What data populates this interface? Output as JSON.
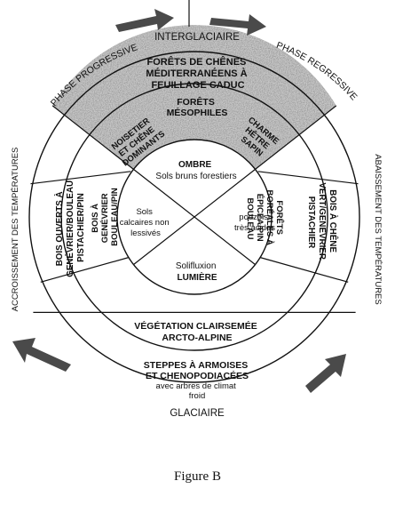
{
  "outer_labels": {
    "top": "INTERGLACIAIRE",
    "bottom": "GLACIAIRE",
    "arc_left": "PHASE PROGRESSIVE",
    "arc_right": "PHASE REGRESSIVE",
    "side_left": "ACCROISSEMENT DES TEMPÉRATURES",
    "side_right": "ABAISSEMENT DES TEMPÉRATURES"
  },
  "outer_ring": {
    "top_lines": [
      "FORÊTS DE CHÊNES",
      "MÉDITERRANÉENS À",
      "FEUILLAGE CADUC"
    ],
    "left_lines": [
      "BOIS OUVERTS À",
      "GENÉVRIER/BOULEAU",
      "PISTACHIER/PIN"
    ],
    "right_lines": [
      "BOIS À CHÊNE",
      "VERT/GENÉVRIER",
      "PISTACHIER"
    ],
    "lower_lines": [
      "VÉGÉTATION CLAIRSEMÉE",
      "ARCTO-ALPINE"
    ],
    "bottom_lines": [
      "STEPPES À ARMOISES",
      "ET CHENOPODIACÉES"
    ],
    "bottom_sub_lines": [
      "avec arbres de climat",
      "froid"
    ]
  },
  "middle_ring": {
    "top_center_lines": [
      "FORÊTS",
      "MÉSOPHILES"
    ],
    "top_left_lines": [
      "NOISETIER",
      "ET CHÊNE",
      "DOMINANTS"
    ],
    "top_right_lines": [
      "CHARME",
      "HÊTRE",
      "SAPIN"
    ],
    "left_lines": [
      "BOIS À",
      "GENÉVRIER",
      "BOULEAU/PIN"
    ],
    "right_lines": [
      "FORÊTS",
      "BORÉALES À",
      "ÉPICÉA/PIN",
      "BOULEAU"
    ]
  },
  "inner_circle": {
    "top_lines": [
      "OMBRE",
      "Sols bruns forestiers"
    ],
    "left_lines": [
      "Sols",
      "calcaires non",
      "lessivés"
    ],
    "right_lines": [
      "podzols",
      "très acides"
    ],
    "bottom_lines": [
      "Solifluxion",
      "LUMIÈRE"
    ]
  },
  "caption": "Figure B",
  "colors": {
    "ink": "#111111",
    "arrow": "#4a4a4a",
    "shade": "#8f8f8f"
  },
  "icons": [
    "arrow-top-left-icon",
    "arrow-top-right-icon",
    "arrow-bottom-left-icon",
    "arrow-bottom-right-icon"
  ]
}
